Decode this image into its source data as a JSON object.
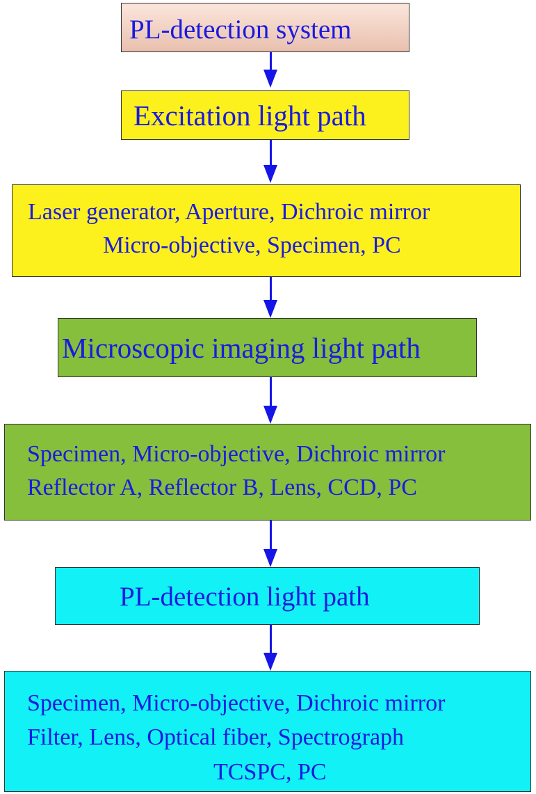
{
  "colors": {
    "text": "#1a1ae0",
    "arrow": "#1515e8",
    "border": "#333333",
    "title_fill": "#f5d5c6",
    "excitation_fill": "#fdf11d",
    "imaging_fill": "#86bf3c",
    "pl_fill": "#12f1f5"
  },
  "boxes": [
    {
      "lines": [
        "PL-detection system"
      ],
      "fill_key": "title_fill"
    },
    {
      "lines": [
        "Excitation light path"
      ],
      "fill_key": "excitation_fill"
    },
    {
      "lines": [
        "Laser generator, Aperture, Dichroic mirror",
        "Micro-objective, Specimen, PC"
      ],
      "fill_key": "excitation_fill"
    },
    {
      "lines": [
        "Microscopic imaging light path"
      ],
      "fill_key": "imaging_fill"
    },
    {
      "lines": [
        "Specimen, Micro-objective, Dichroic mirror",
        "Reflector A, Reflector B, Lens, CCD, PC"
      ],
      "fill_key": "imaging_fill"
    },
    {
      "lines": [
        "PL-detection light path"
      ],
      "fill_key": "pl_fill"
    },
    {
      "lines": [
        "Specimen, Micro-objective, Dichroic mirror",
        "Filter, Lens, Optical fiber, Spectrograph",
        "TCSPC, PC"
      ],
      "fill_key": "pl_fill"
    }
  ]
}
